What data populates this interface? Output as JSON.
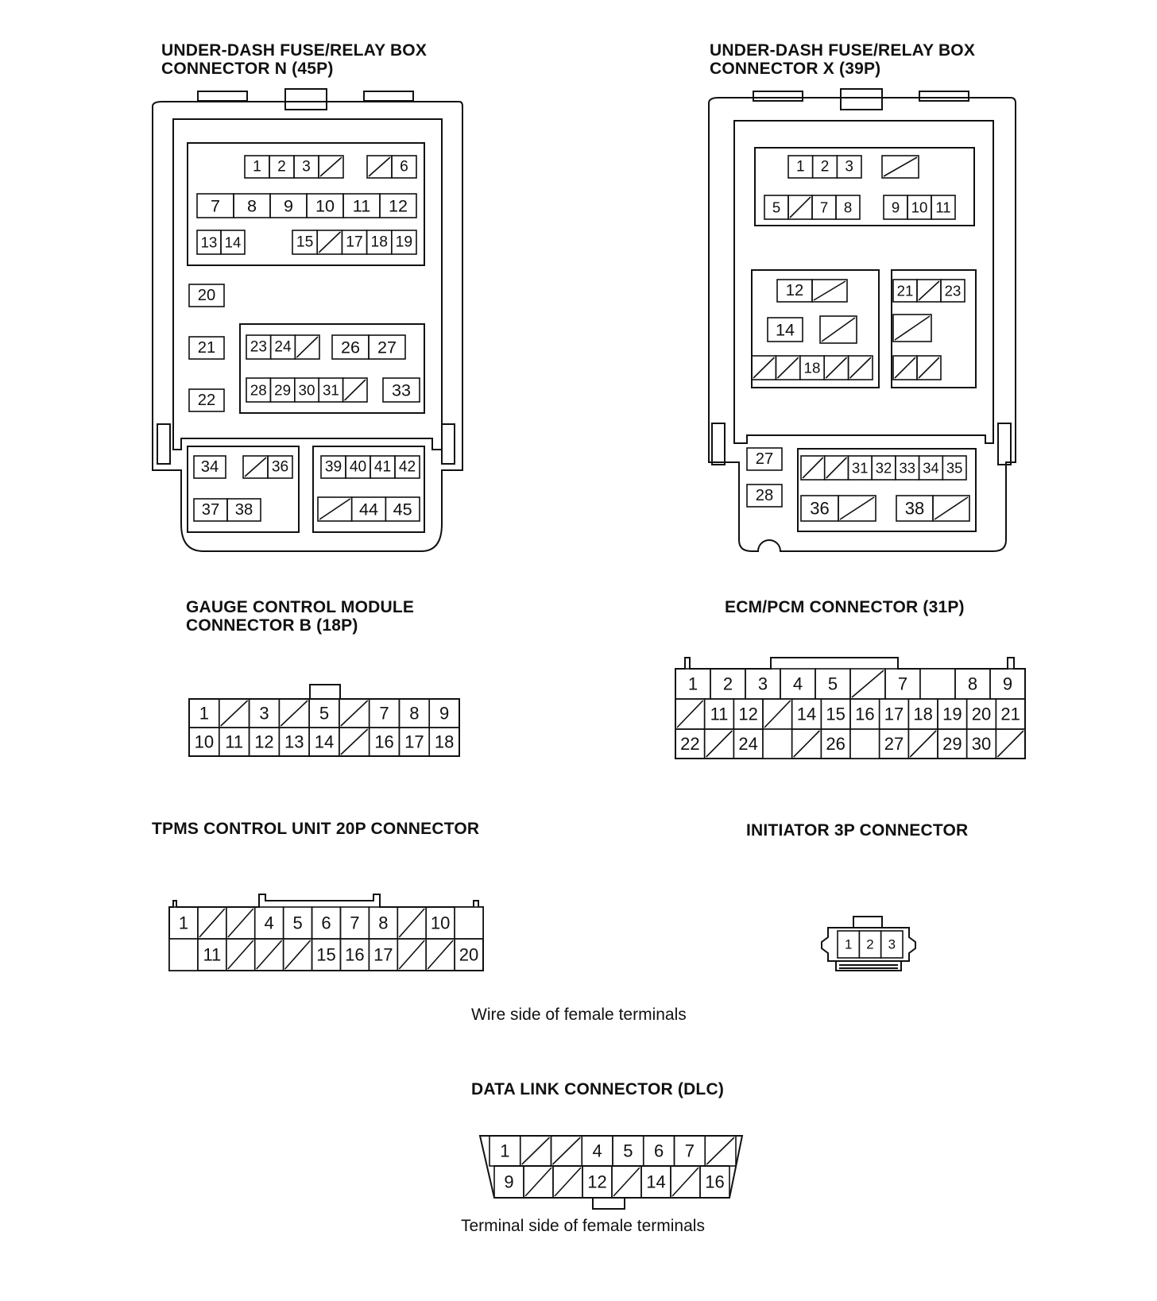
{
  "connectors": {
    "fuse_n": {
      "title_line1": "UNDER-DASH FUSE/RELAY BOX",
      "title_line2": "CONNECTOR N (45P)"
    },
    "fuse_x": {
      "title_line1": "UNDER-DASH FUSE/RELAY BOX",
      "title_line2": "CONNECTOR X (39P)"
    },
    "gauge": {
      "title_line1": "GAUGE CONTROL MODULE",
      "title_line2": "CONNECTOR B (18P)"
    },
    "ecm": {
      "title": "ECM/PCM CONNECTOR (31P)"
    },
    "tpms": {
      "title": "TPMS CONTROL UNIT 20P CONNECTOR"
    },
    "initiator": {
      "title": "INITIATOR 3P CONNECTOR"
    },
    "dlc": {
      "title": "DATA LINK CONNECTOR (DLC)"
    }
  },
  "captions": {
    "wire_side": "Wire side of female terminals",
    "terminal_side": "Terminal side of female terminals"
  },
  "grids": [
    {
      "id": "n-row1",
      "cells": [
        "1",
        "2",
        "3",
        "/"
      ]
    },
    {
      "id": "n-row1b",
      "cells": [
        "/",
        "6"
      ]
    },
    {
      "id": "n-row2",
      "cells": [
        "7",
        "8",
        "9",
        "10",
        "11",
        "12"
      ]
    },
    {
      "id": "n-row3a",
      "cells": [
        "13",
        "14"
      ]
    },
    {
      "id": "n-row3b",
      "cells": [
        "15",
        "/",
        "17",
        "18",
        "19"
      ]
    },
    {
      "id": "n-20",
      "cells": [
        "20"
      ]
    },
    {
      "id": "n-21",
      "cells": [
        "21"
      ]
    },
    {
      "id": "n-22",
      "cells": [
        "22"
      ]
    },
    {
      "id": "n-row4a",
      "cells": [
        "23",
        "24",
        "/"
      ]
    },
    {
      "id": "n-row4b",
      "cells": [
        "26",
        "27"
      ]
    },
    {
      "id": "n-row5a",
      "cells": [
        "28",
        "29",
        "30",
        "31",
        "/"
      ]
    },
    {
      "id": "n-33",
      "cells": [
        "33"
      ]
    },
    {
      "id": "n-34",
      "cells": [
        "34"
      ]
    },
    {
      "id": "n-36",
      "cells": [
        "/",
        "36"
      ]
    },
    {
      "id": "n-37",
      "cells": [
        "37",
        "38"
      ]
    },
    {
      "id": "n-39",
      "cells": [
        "39",
        "40",
        "41",
        "42"
      ]
    },
    {
      "id": "n-44",
      "cells": [
        "/",
        "44",
        "45"
      ]
    },
    {
      "id": "x-row1",
      "cells": [
        "1",
        "2",
        "3"
      ]
    },
    {
      "id": "x-row1b",
      "cells": [
        "/"
      ]
    },
    {
      "id": "x-row2a",
      "cells": [
        "5",
        "/",
        "7",
        "8"
      ]
    },
    {
      "id": "x-row2b",
      "cells": [
        "9",
        "10",
        "11"
      ]
    },
    {
      "id": "x-12",
      "cells": [
        "12",
        "/"
      ]
    },
    {
      "id": "x-14",
      "cells": [
        "14"
      ]
    },
    {
      "id": "x-14b",
      "cells": [
        "/"
      ]
    },
    {
      "id": "x-18",
      "cells": [
        "/",
        "/",
        "18",
        "/",
        "/"
      ]
    },
    {
      "id": "x-21",
      "cells": [
        "21",
        "/",
        "23"
      ]
    },
    {
      "id": "x-21b",
      "cells": [
        "/"
      ]
    },
    {
      "id": "x-21c",
      "cells": [
        "/",
        "/"
      ]
    },
    {
      "id": "x-27",
      "cells": [
        "27"
      ]
    },
    {
      "id": "x-28",
      "cells": [
        "28"
      ]
    },
    {
      "id": "x-31",
      "cells": [
        "/",
        "/",
        "31",
        "32",
        "33",
        "34",
        "35"
      ]
    },
    {
      "id": "x-36",
      "cells": [
        "36",
        "/"
      ]
    },
    {
      "id": "x-38",
      "cells": [
        "38",
        "/"
      ]
    },
    {
      "id": "g-row1",
      "cells": [
        "1",
        "/",
        "3",
        "/",
        "5",
        "/",
        "7",
        "8",
        "9"
      ]
    },
    {
      "id": "g-row2",
      "cells": [
        "10",
        "11",
        "12",
        "13",
        "14",
        "/",
        "16",
        "17",
        "18"
      ]
    },
    {
      "id": "e-row1",
      "cells": [
        "1",
        "2",
        "3",
        "4",
        "5",
        "/",
        "7",
        "",
        "8",
        "9"
      ]
    },
    {
      "id": "e-row2",
      "cells": [
        "/",
        "11",
        "12",
        "/",
        "14",
        "15",
        "16",
        "17",
        "18",
        "19",
        "20",
        "21"
      ]
    },
    {
      "id": "e-row3",
      "cells": [
        "22",
        "/",
        "24",
        "",
        "/",
        "26",
        "",
        "27",
        "/",
        "29",
        "30",
        "/"
      ]
    },
    {
      "id": "t-row1",
      "cells": [
        "1",
        "/",
        "/",
        "4",
        "5",
        "6",
        "7",
        "8",
        "/",
        "10",
        ""
      ]
    },
    {
      "id": "t-row2",
      "cells": [
        "",
        "11",
        "/",
        "/",
        "/",
        "15",
        "16",
        "17",
        "/",
        "/",
        "20"
      ]
    },
    {
      "id": "i-row",
      "cells": [
        "1",
        "2",
        "3"
      ]
    },
    {
      "id": "d-row1",
      "cells": [
        "1",
        "/",
        "/",
        "4",
        "5",
        "6",
        "7",
        "/"
      ]
    },
    {
      "id": "d-row2",
      "cells": [
        "9",
        "/",
        "/",
        "12",
        "/",
        "14",
        "/",
        "16"
      ]
    }
  ]
}
